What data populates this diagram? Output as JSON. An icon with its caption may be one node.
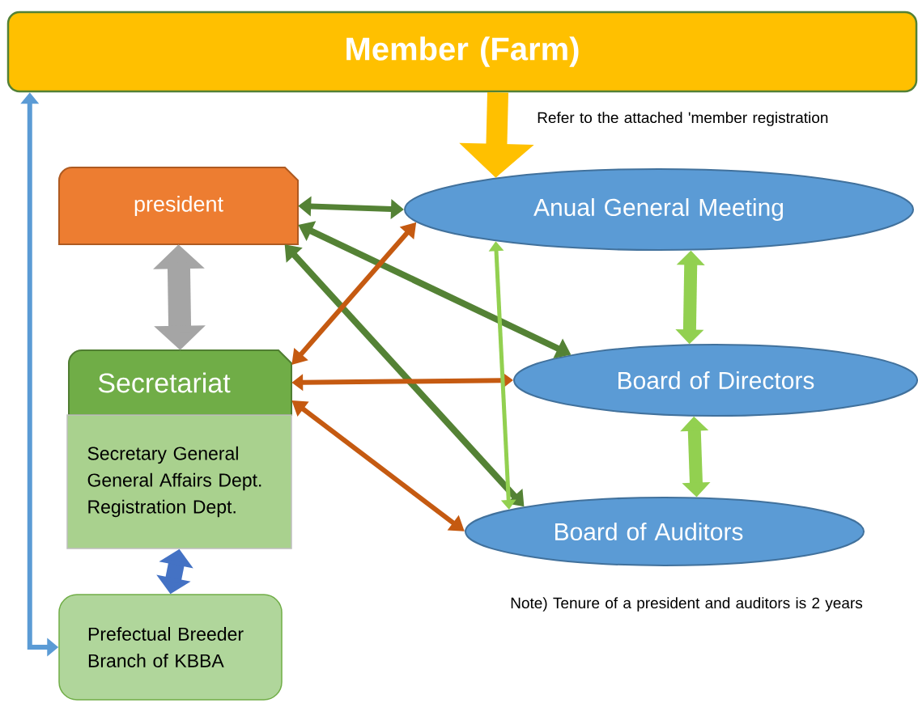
{
  "diagram": {
    "nodes": [
      {
        "text": [
          "Member (Farm)"
        ]
      },
      {
        "text": [
          "president"
        ]
      },
      {
        "text": [
          "Anual General Meeting"
        ]
      },
      {
        "text": [
          "Secretariat"
        ]
      },
      {
        "text": [
          "Secretary General General Affairs Dept. Registration Dept."
        ]
      },
      {
        "text": [
          "Board of Directors"
        ]
      },
      {
        "text": [
          "Board of Auditors"
        ]
      },
      {
        "text": [
          "Prefectual Breeder Branch of KBBA"
        ]
      }
    ],
    "edges": [
      {
        "from": 0,
        "to": 2,
        "arrow": "to",
        "style": "thick",
        "color": "#ffc000"
      },
      {
        "from": 1,
        "to": 2,
        "arrow": "both",
        "color": "#548235"
      },
      {
        "from": 1,
        "to": 5,
        "arrow": "both",
        "color": "#548235"
      },
      {
        "from": 1,
        "to": 6,
        "arrow": "both",
        "color": "#548235"
      },
      {
        "from": 1,
        "to": 3,
        "arrow": "both",
        "style": "thick",
        "color": "#a5a5a5"
      },
      {
        "from": 3,
        "to": 2,
        "arrow": "both",
        "color": "#c55a11"
      },
      {
        "from": 3,
        "to": 5,
        "arrow": "both",
        "color": "#c55a11"
      },
      {
        "from": 3,
        "to": 6,
        "arrow": "both",
        "color": "#c55a11"
      },
      {
        "from": 2,
        "to": 6,
        "arrow": "both",
        "color": "#92d050"
      },
      {
        "from": 2,
        "to": 5,
        "arrow": "both",
        "style": "thick",
        "color": "#92d050"
      },
      {
        "from": 5,
        "to": 6,
        "arrow": "both",
        "style": "thick",
        "color": "#92d050"
      },
      {
        "from": 4,
        "to": 7,
        "arrow": "both",
        "style": "thick",
        "color": "#4472c4"
      },
      {
        "from": 7,
        "to": 0,
        "arrow": "both",
        "color": "#5b9bd5"
      }
    ],
    "labels": [
      "Refer to the attached 'member registration",
      "Note) Tenure of a president and auditors is 2 years"
    ]
  }
}
